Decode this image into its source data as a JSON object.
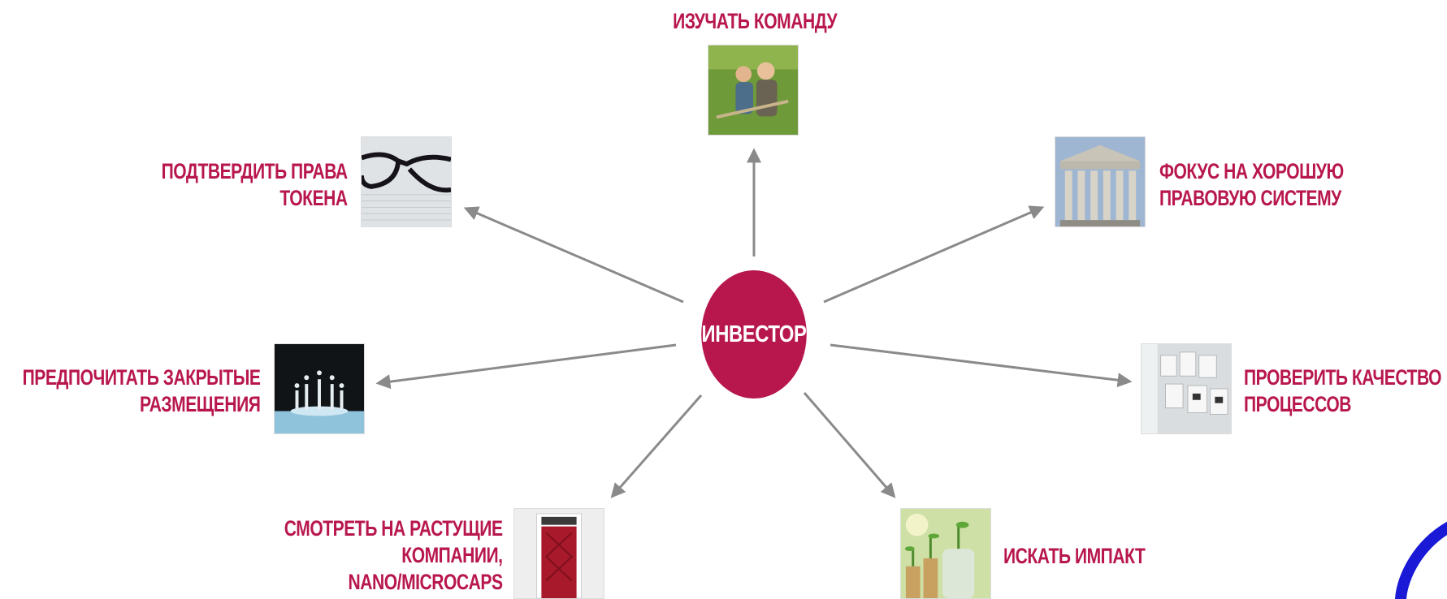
{
  "center": {
    "label": "ИНВЕСТОР"
  },
  "nodes": [
    {
      "id": "team",
      "lines": [
        "ИЗУЧАТЬ КОМАНДУ"
      ],
      "icon": "kids-tug-of-war-photo"
    },
    {
      "id": "legal",
      "lines": [
        "ФОКУС НА ХОРОШУЮ",
        "ПРАВОВУЮ СИСТЕМУ"
      ],
      "icon": "courthouse-photo"
    },
    {
      "id": "process",
      "lines": [
        "ПРОВЕРИТЬ КАЧЕСТВО",
        "ПРОЦЕССОВ"
      ],
      "icon": "process-board-photo"
    },
    {
      "id": "impact",
      "lines": [
        "ИСКАТЬ ИМПАКТ"
      ],
      "icon": "coin-jar-sprouts-photo"
    },
    {
      "id": "growth",
      "lines": [
        "СМОТРЕТЬ НА РАСТУЩИЕ",
        "КОМПАНИИ,",
        "NANO/MICROCAPS"
      ],
      "icon": "red-door-photo"
    },
    {
      "id": "private",
      "lines": [
        "ПРЕДПОЧИТАТЬ ЗАКРЫТЫЕ",
        "РАЗМЕЩЕНИЯ"
      ],
      "icon": "water-drop-splash-photo"
    },
    {
      "id": "token",
      "lines": [
        "ПОДТВЕРДИТЬ ПРАВА",
        "ТОКЕНА"
      ],
      "icon": "eyeglasses-photo"
    }
  ],
  "colors": {
    "accent": "#b8174e",
    "arrow": "#8a8a8a",
    "logo": "#1a1ad6"
  }
}
